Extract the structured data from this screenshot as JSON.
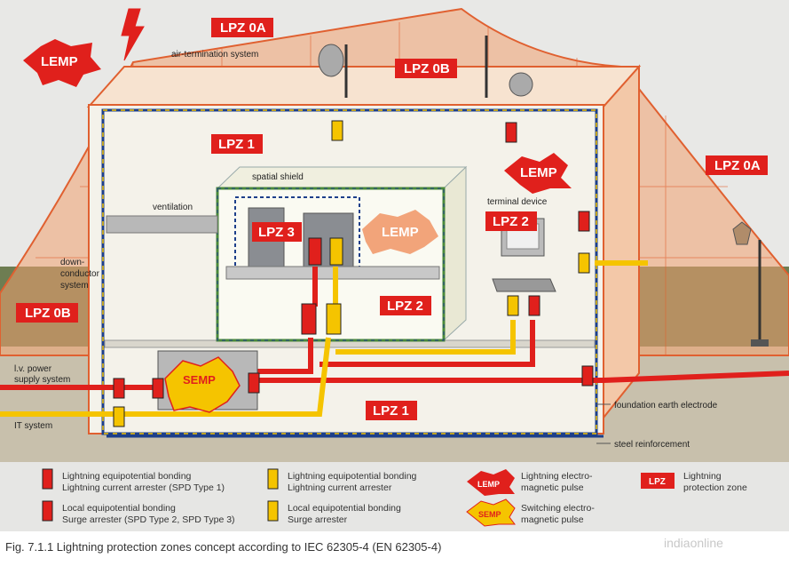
{
  "zones": {
    "lpz0a_top": "LPZ 0A",
    "lpz0b_top": "LPZ 0B",
    "lpz0a_right": "LPZ 0A",
    "lpz0b_left": "LPZ 0B",
    "lpz1_upper": "LPZ 1",
    "lpz1_lower": "LPZ 1",
    "lpz2_center": "LPZ 2",
    "lpz2_terminal": "LPZ 2",
    "lpz3": "LPZ 3"
  },
  "badges": {
    "lemp_left": "LEMP",
    "lemp_center": "LEMP",
    "lemp_right": "LEMP",
    "semp": "SEMP"
  },
  "labels": {
    "air_termination": "air-termination system",
    "ventilation": "ventilation",
    "spatial_shield": "spatial shield",
    "terminal_device": "terminal device",
    "down_conductor_1": "down-",
    "down_conductor_2": "conductor",
    "down_conductor_3": "system",
    "lv_power_1": "l.v. power",
    "lv_power_2": "supply system",
    "it_system": "IT system",
    "foundation": "foundation earth electrode",
    "steel": "steel reinforcement"
  },
  "legend": {
    "item1_line1": "Lightning equipotential bonding",
    "item1_line2": "Lightning current arrester (SPD Type 1)",
    "item2_line1": "Local equipotential bonding",
    "item2_line2": "Surge arrester (SPD Type 2, SPD Type 3)",
    "item3_line1": "Lightning equipotential bonding",
    "item3_line2": "Lightning current arrester",
    "item4_line1": "Local equipotential bonding",
    "item4_line2": "Surge arrester",
    "item5_badge": "LEMP",
    "item5_line1": "Lightning electro-",
    "item5_line2": "magnetic pulse",
    "item6_badge": "SEMP",
    "item6_line1": "Switching electro-",
    "item6_line2": "magnetic pulse",
    "item7_badge": "LPZ",
    "item7_line1": "Lightning",
    "item7_line2": "protection zone"
  },
  "caption": {
    "text": "Fig. 7.1.1   Lightning protection zones concept according to IEC 62305-4 (EN 62305-4)",
    "watermark": "indiaonline"
  },
  "colors": {
    "red": "#e0201c",
    "yellow": "#f5c400",
    "zone_orange": "#f0a070",
    "ground_green": "#6e7d52",
    "building": "#f4f2ea"
  }
}
